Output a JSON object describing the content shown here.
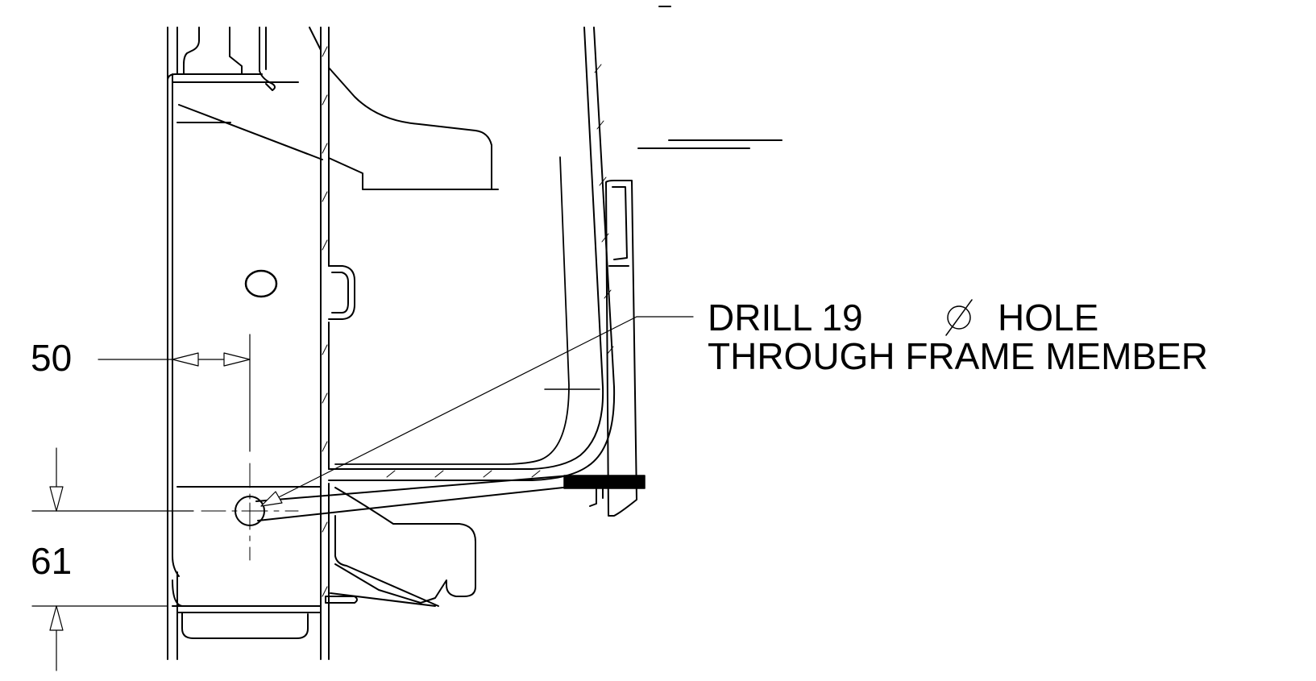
{
  "dimensions": {
    "horizontal_offset": "50",
    "vertical_offset": "61"
  },
  "note": {
    "line1_prefix": "DRILL 19",
    "line1_suffix": "HOLE",
    "line2": "THROUGH FRAME MEMBER"
  },
  "icons": {
    "diameter_symbol": "diameter-symbol-icon"
  },
  "colors": {
    "line": "#000000",
    "background": "#ffffff"
  }
}
